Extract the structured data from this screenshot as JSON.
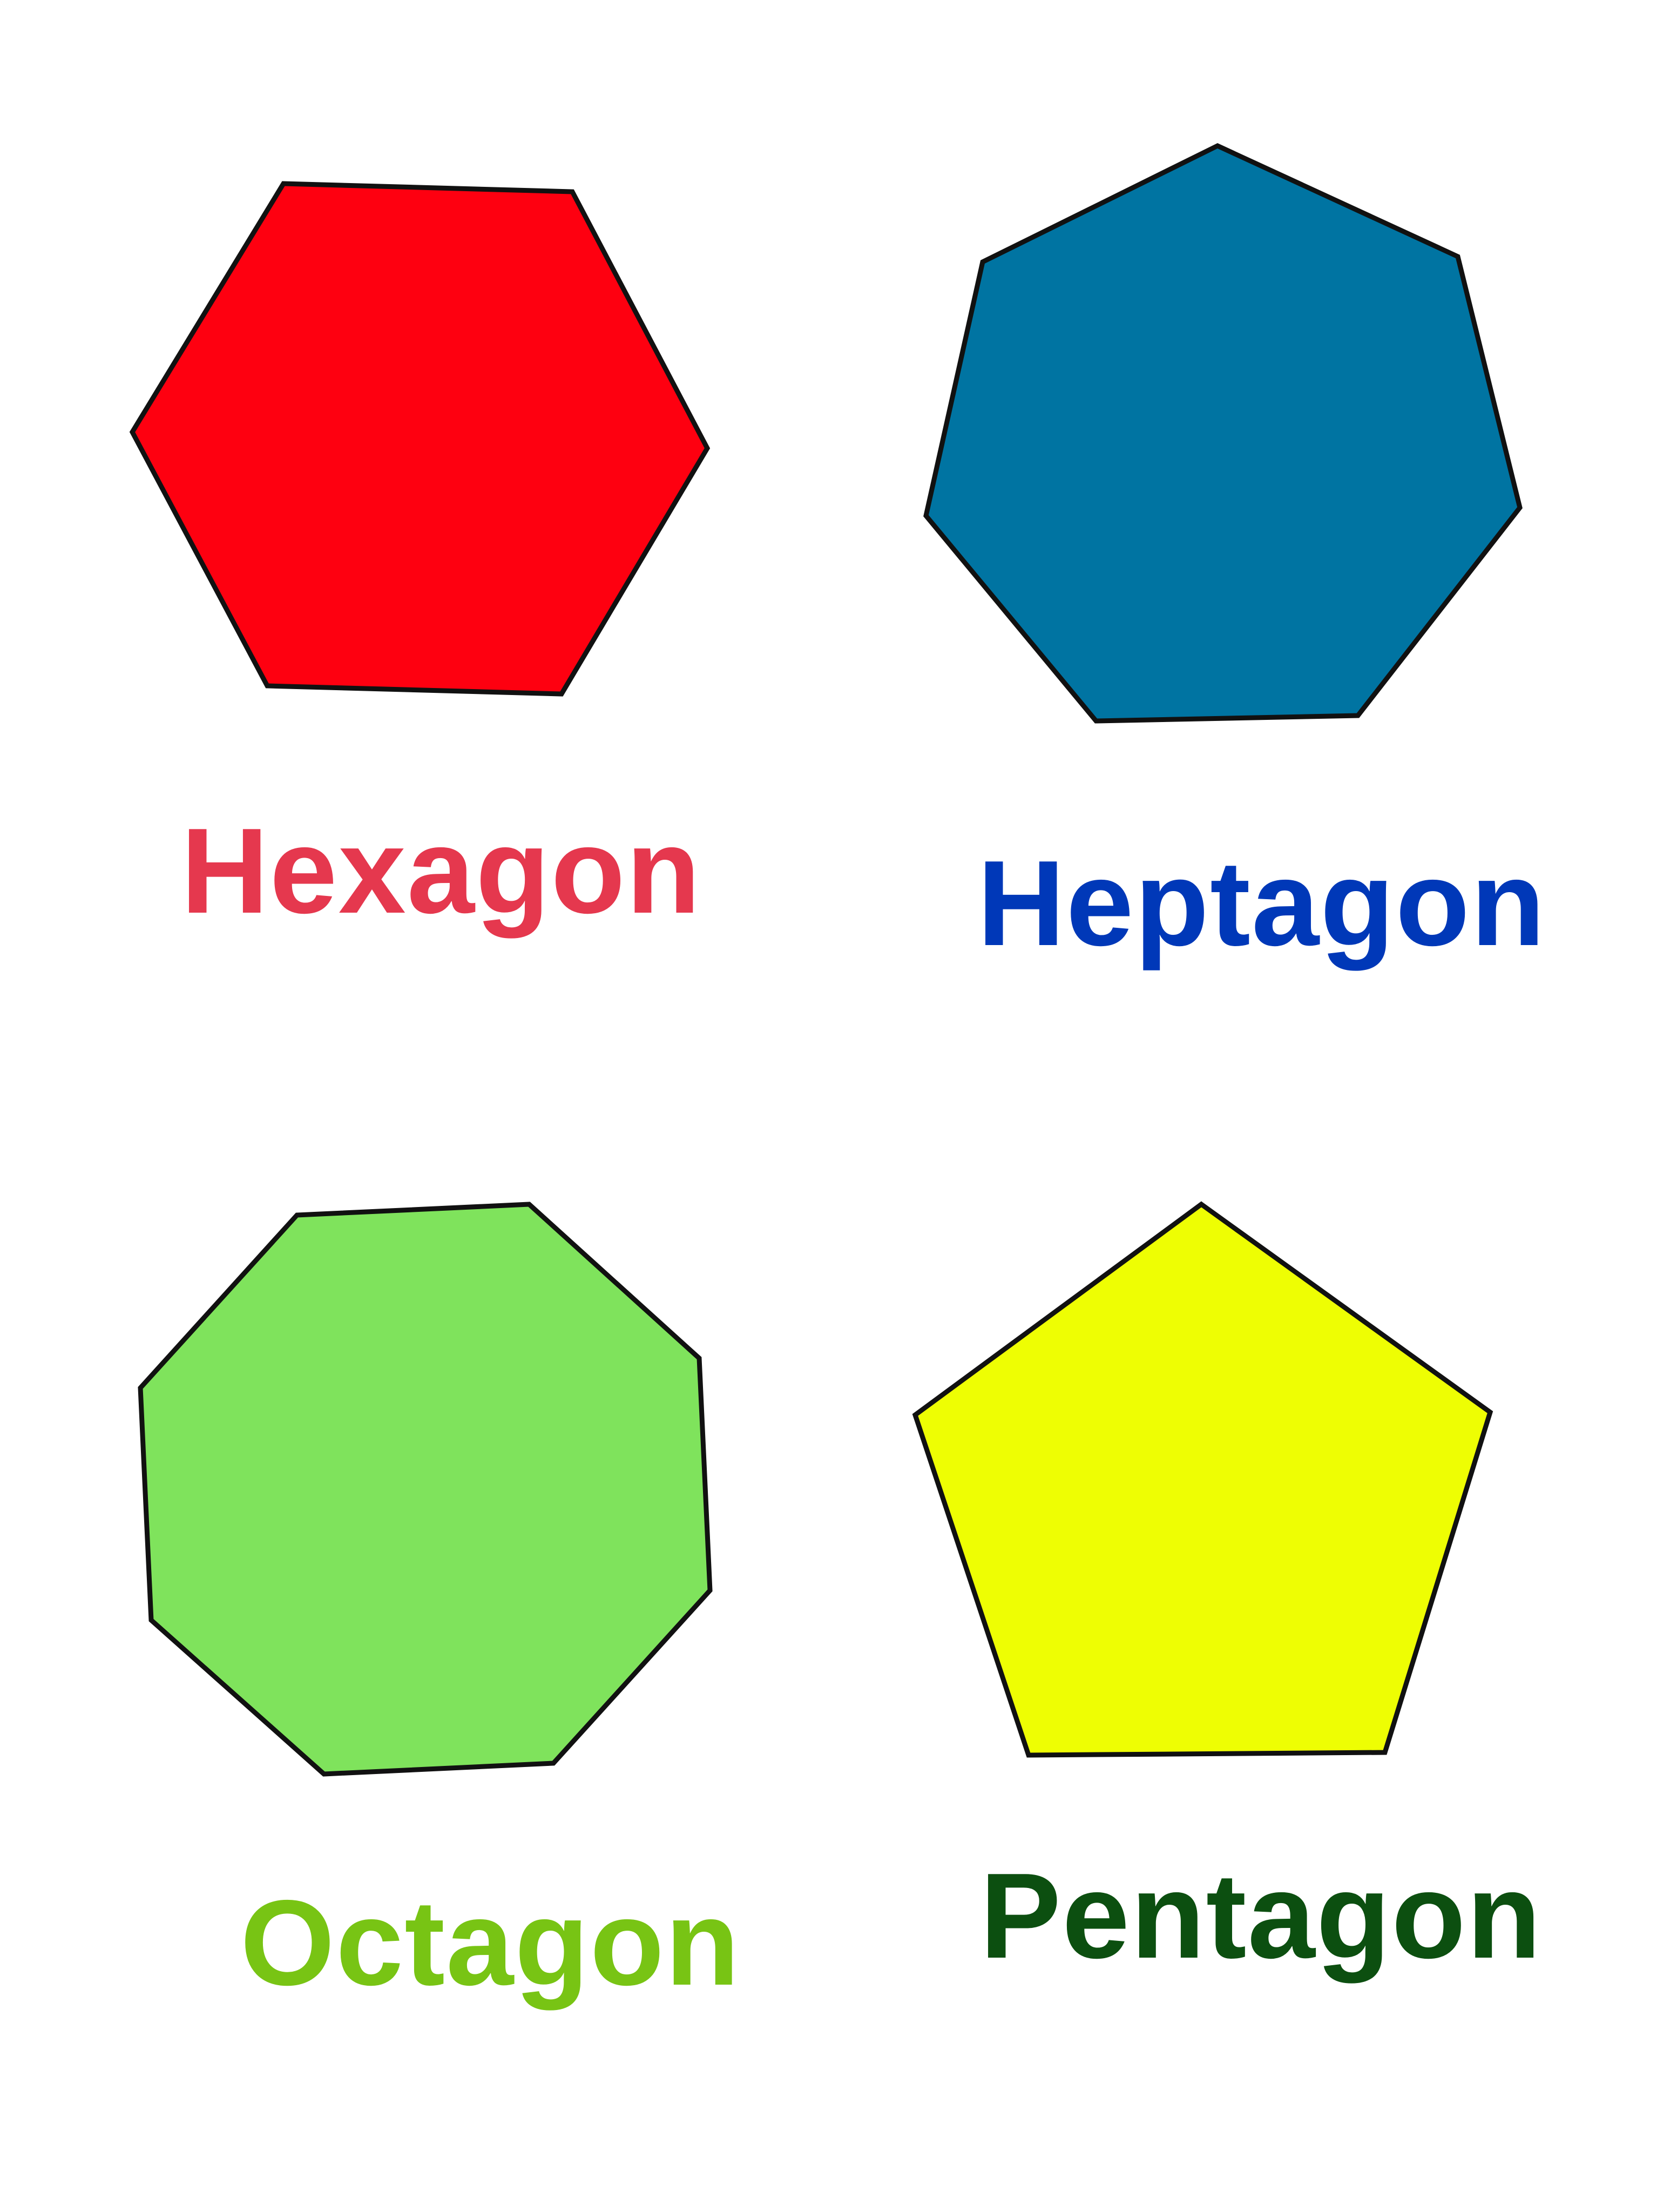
{
  "shapes": [
    {
      "id": "hexagon",
      "label": "Hexagon",
      "sides": 6,
      "fill": "#fe0010",
      "label_color": "#e5384e"
    },
    {
      "id": "heptagon",
      "label": "Heptagon",
      "sides": 7,
      "fill": "#0074a2",
      "label_color": "#0038b8"
    },
    {
      "id": "octagon",
      "label": "Octagon",
      "sides": 8,
      "fill": "#7fe35c",
      "label_color": "#78c414"
    },
    {
      "id": "pentagon",
      "label": "Pentagon",
      "sides": 5,
      "fill": "#eefe03",
      "label_color": "#0c4f10"
    }
  ]
}
